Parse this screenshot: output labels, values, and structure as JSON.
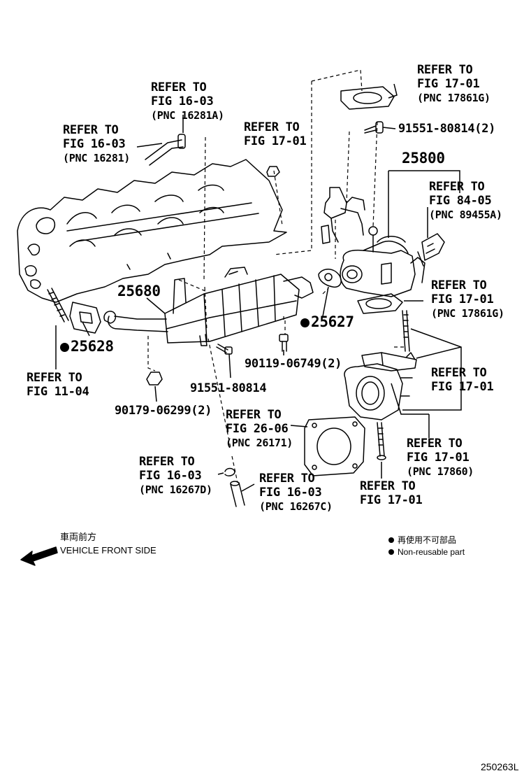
{
  "labels": {
    "refer_16_03_16281a": {
      "line1": "REFER TO",
      "line2": "FIG 16-03",
      "line3": "(PNC 16281A)"
    },
    "refer_16_03_16281": {
      "line1": "REFER TO",
      "line2": "FIG 16-03",
      "line3": "(PNC 16281)"
    },
    "refer_17_01_left": {
      "line1": "REFER TO",
      "line2": "FIG 17-01"
    },
    "refer_17_01_17861g_top": {
      "line1": "REFER TO",
      "line2": "FIG 17-01",
      "line3": "(PNC 17861G)"
    },
    "refer_84_05": {
      "line1": "REFER TO",
      "line2": "FIG 84-05",
      "line3": "(PNC 89455A)"
    },
    "refer_17_01_17861g_mid": {
      "line1": "REFER TO",
      "line2": "FIG 17-01",
      "line3": "(PNC 17861G)"
    },
    "refer_17_01_right": {
      "line1": "REFER TO",
      "line2": "FIG 17-01"
    },
    "refer_11_04": {
      "line1": "REFER TO",
      "line2": "FIG 11-04"
    },
    "refer_26_06": {
      "line1": "REFER TO",
      "line2": "FIG 26-06",
      "line3": "(PNC 26171)"
    },
    "refer_17_01_17860": {
      "line1": "REFER TO",
      "line2": "FIG 17-01",
      "line3": "(PNC 17860)"
    },
    "refer_16_03_16267d": {
      "line1": "REFER TO",
      "line2": "FIG 16-03",
      "line3": "(PNC 16267D)"
    },
    "refer_16_03_16267c": {
      "line1": "REFER TO",
      "line2": "FIG 16-03",
      "line3": "(PNC 16267C)"
    },
    "refer_17_01_bottom": {
      "line1": "REFER TO",
      "line2": "FIG 17-01"
    }
  },
  "parts": {
    "p25800": "25800",
    "p25680": "25680",
    "p25627": "25627",
    "p25628": "25628",
    "bolt_top": "91551-80814(2)",
    "bolt_mid": "90119-06749(2)",
    "bolt_lower": "91551-80814",
    "nut_lower": "90179-06299(2)"
  },
  "legend": {
    "non_reusable_jp": "再使用不可部品",
    "non_reusable_en": "Non-reusable part"
  },
  "orientation": {
    "jp": "車両前方",
    "en": "VEHICLE FRONT SIDE"
  },
  "diagram_code": "250263L",
  "colors": {
    "line": "#000000",
    "background": "#ffffff"
  }
}
